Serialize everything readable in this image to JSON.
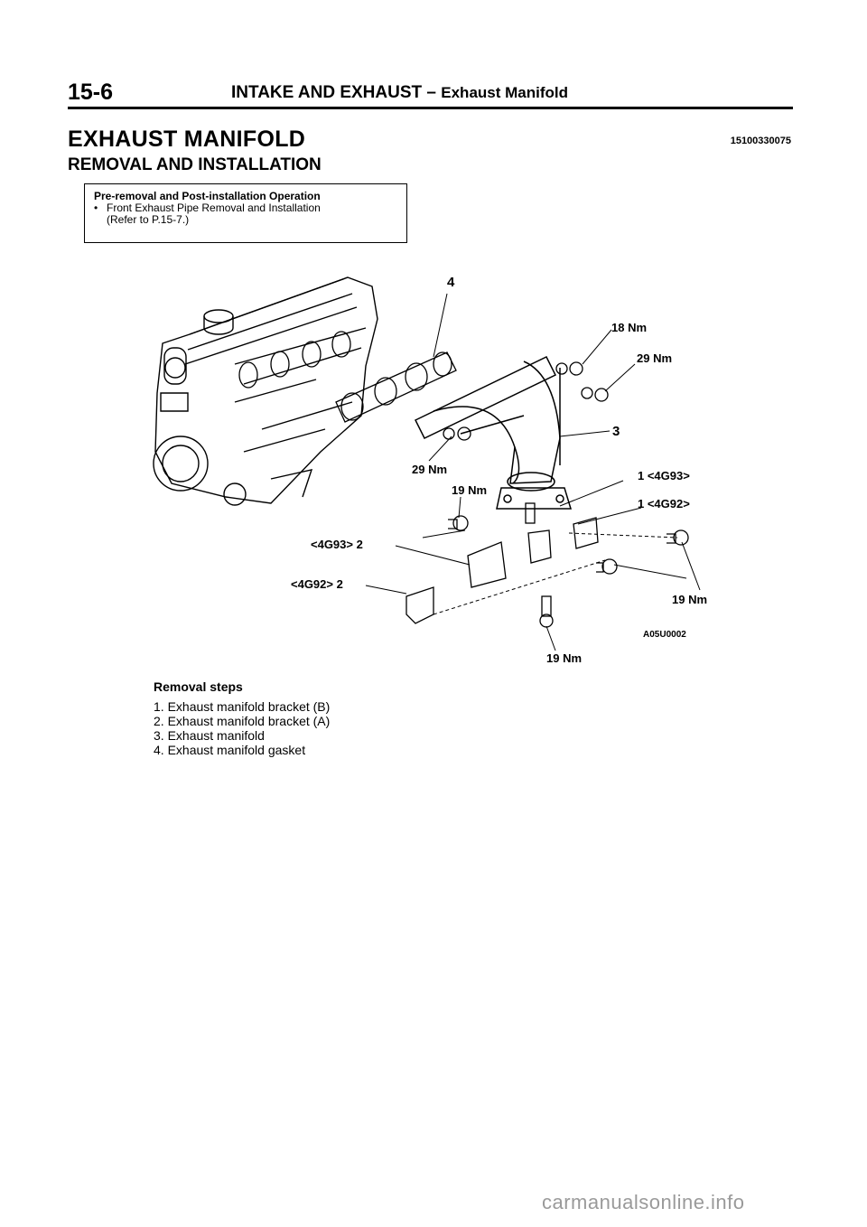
{
  "header": {
    "page_number": "15-6",
    "title": "INTAKE AND EXHAUST",
    "separator": "–",
    "subtitle": "Exhaust Manifold"
  },
  "section": {
    "title": "EXHAUST MANIFOLD",
    "code": "15100330075",
    "subtitle": "REMOVAL AND INSTALLATION"
  },
  "notice": {
    "title": "Pre-removal and Post-installation Operation",
    "bullet": "•",
    "item": "Front Exhaust Pipe Removal and Installation",
    "reference": "(Refer to P.15-7.)"
  },
  "diagram": {
    "callouts": {
      "part4": "4",
      "torque_18": "18 Nm",
      "torque_29_right": "29 Nm",
      "part3": "3",
      "torque_29_left": "29 Nm",
      "torque_19_upper": "19 Nm",
      "part1_4g93": "1 <4G93>",
      "part1_4g92": "1 <4G92>",
      "part2_4g93": "<4G93> 2",
      "part2_4g92": "<4G92> 2",
      "torque_19_right": "19 Nm",
      "figure_code": "A05U0002",
      "torque_19_bottom": "19 Nm"
    }
  },
  "removal_steps": {
    "title": "Removal steps",
    "items": [
      "1. Exhaust manifold bracket (B)",
      "2. Exhaust manifold bracket (A)",
      "3. Exhaust manifold",
      "4. Exhaust manifold gasket"
    ]
  },
  "footer": {
    "watermark": "carmanualsonline.info"
  }
}
